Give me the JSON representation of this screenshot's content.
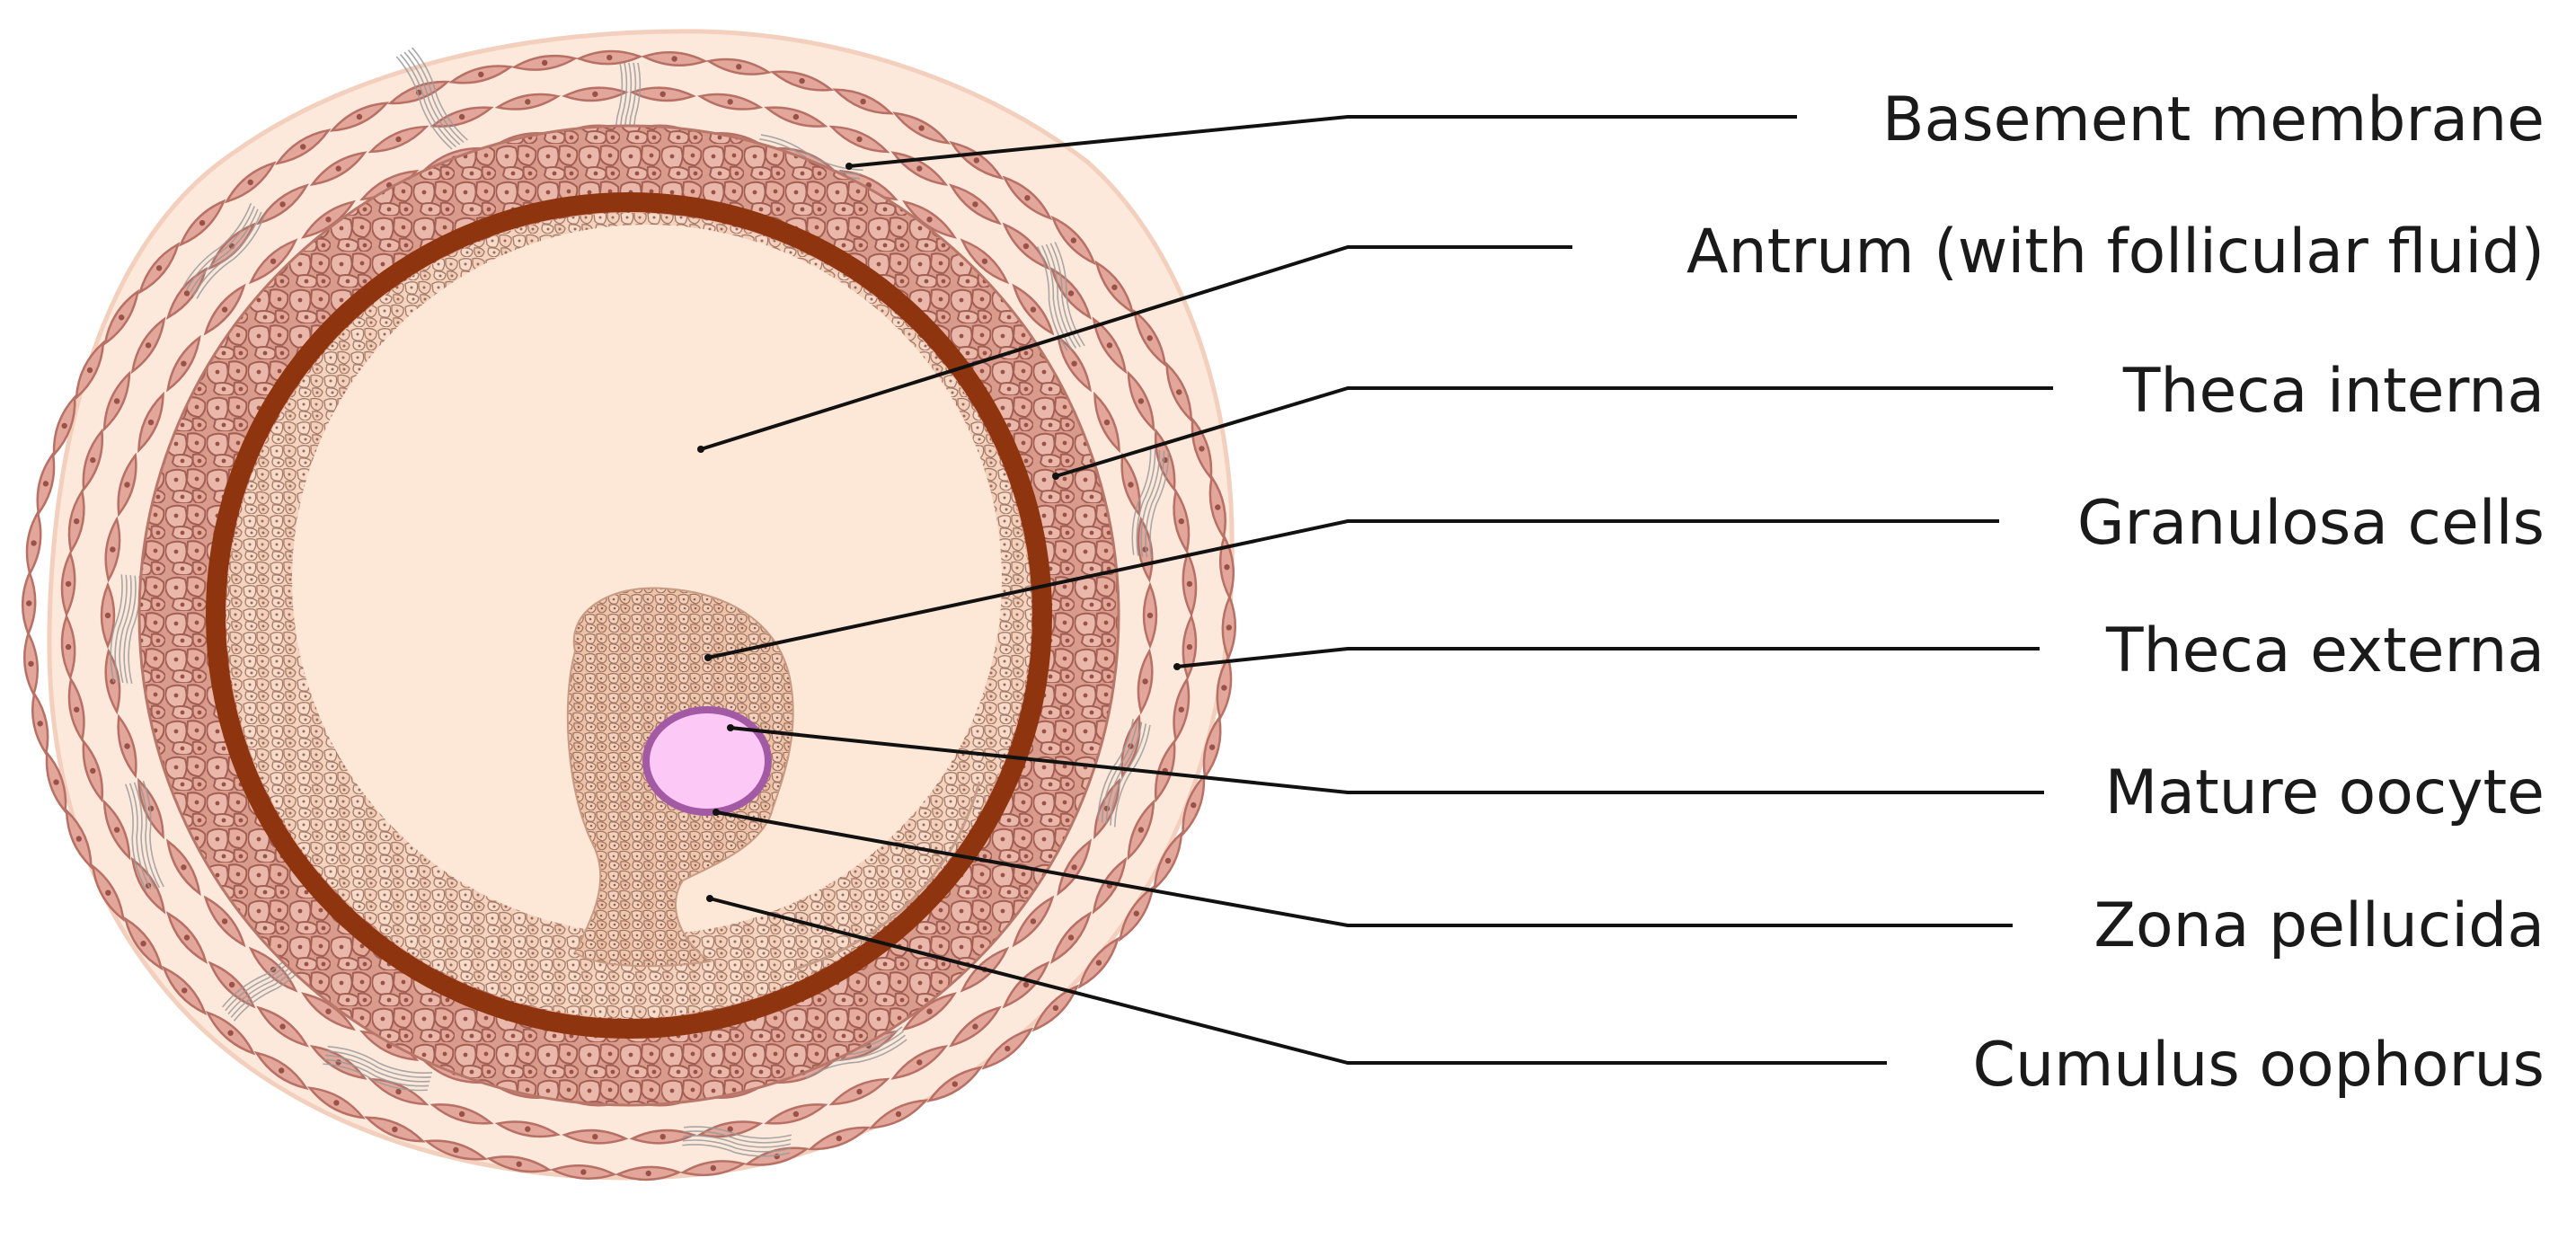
{
  "labels": [
    {
      "id": "basement-membrane",
      "text": "Basement membrane"
    },
    {
      "id": "antrum",
      "text": "Antrum (with follicular fluid)"
    },
    {
      "id": "theca-interna",
      "text": "Theca interna"
    },
    {
      "id": "granulosa-cells",
      "text": "Granulosa cells"
    },
    {
      "id": "theca-externa",
      "text": "Theca externa"
    },
    {
      "id": "mature-oocyte",
      "text": "Mature oocyte"
    },
    {
      "id": "zona-pellucida",
      "text": "Zona pellucida"
    },
    {
      "id": "cumulus-oophorus",
      "text": "Cumulus oophorus"
    }
  ],
  "colors": {
    "outer_stroma": "#fde9dc",
    "theca_cell": "#e2a79a",
    "theca_cell_stroke": "#b86f64",
    "granulosa_layer": "#d99b8c",
    "granulosa_cell": "#e8b3a6",
    "basement_membrane": "#8e3510",
    "antrum_fluid": "#fde7d6",
    "inner_granulosa": "#f2cdb6",
    "cumulus": "#efc6ad",
    "oocyte": "#fcc8f6",
    "zona_pellucida": "#a35aa5",
    "fiber": "#8a8a8a"
  }
}
